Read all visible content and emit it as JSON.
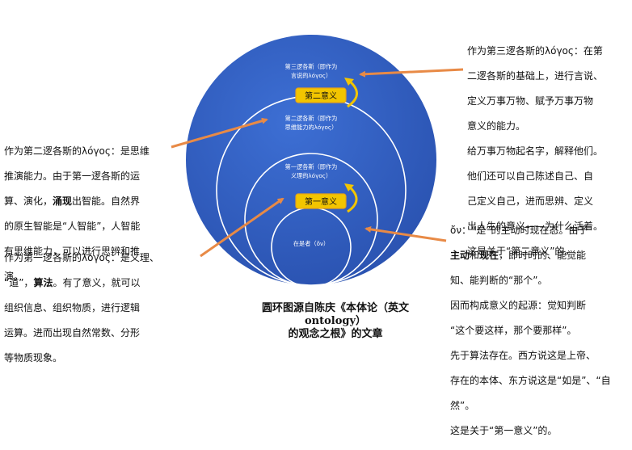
{
  "diagram": {
    "circles": [
      {
        "label_line1": "第三逻各斯（即作为",
        "label_line2": "言说的λόγος）"
      },
      {
        "label_line1": "第二逻各斯（即作为",
        "label_line2": "思维能力的λόγος）"
      },
      {
        "label_line1": "第一逻各斯（即作为",
        "label_line2": "义理的λόγος）"
      },
      {
        "label_line1": "在是者（ὄν）"
      }
    ],
    "badges": {
      "second_meaning": "第二意义",
      "first_meaning": "第一意义"
    },
    "colors": {
      "sphere": "#2f5bbd",
      "ring": "#ffffff",
      "badge_fill": "#f2c500",
      "badge_border": "#e7a317",
      "arrow": "#e88a46"
    }
  },
  "notes": {
    "third_logos": {
      "l1": "作为第三逻各斯的λόγος：在第",
      "l2": "二逻各斯的基础上，进行言说、",
      "l3": "定义万事万物、赋予万事万物",
      "l4": "意义的能力。",
      "l5": "给万事万物起名字，解释他们。",
      "l6": "他们还可以自己陈述自己、自",
      "l7": "己定义自己，进而思辨、定义",
      "l8": "出人生的意义——为什么活着。",
      "l9": "这是关于“第二意义”的。"
    },
    "second_logos": {
      "l1": "作为第二逻各斯的λόγος：是思维",
      "l2": "推演能力。由于第一逻各斯的运",
      "l3_pre": "算、演化，",
      "l3_bold": "涌现",
      "l3_post": "出智能。自然界",
      "l4": "的原生智能是“人智能”，人智能",
      "l5": "有思维能力，可以进行思辨和推",
      "l6": "演。"
    },
    "first_logos": {
      "l1": "作为第一逻各斯的λόγος：是义理、",
      "l2_pre": "“道”，",
      "l2_bold": "算法",
      "l2_post": "。有了意义，就可以",
      "l3": "组织信息、组织物质，进行逻辑",
      "l4": "运算。进而出现自然常数、分形",
      "l5": "等物质现象。"
    },
    "on": {
      "l1": "ὄν：“是”的主动时现在态。由于",
      "l2_b1": "主动",
      "l2_mid": "和",
      "l2_b2": "现在",
      "l2_post": "，即时时的、能觉能",
      "l3": "知、能判断的“那个”。",
      "l4": "因而构成意义的起源：觉知判断",
      "l5": "“这个要这样，那个要那样”。",
      "l6": "先于算法存在。西方说这是上帝、",
      "l7": "存在的本体、东方说这是“如是”、“自",
      "l8": "然”。",
      "l9": "这是关于“第一意义”的。"
    }
  },
  "caption": {
    "line1": "圆环图源自陈庆《本体论（英文ontology）",
    "line2": "的观念之根》的文章"
  }
}
